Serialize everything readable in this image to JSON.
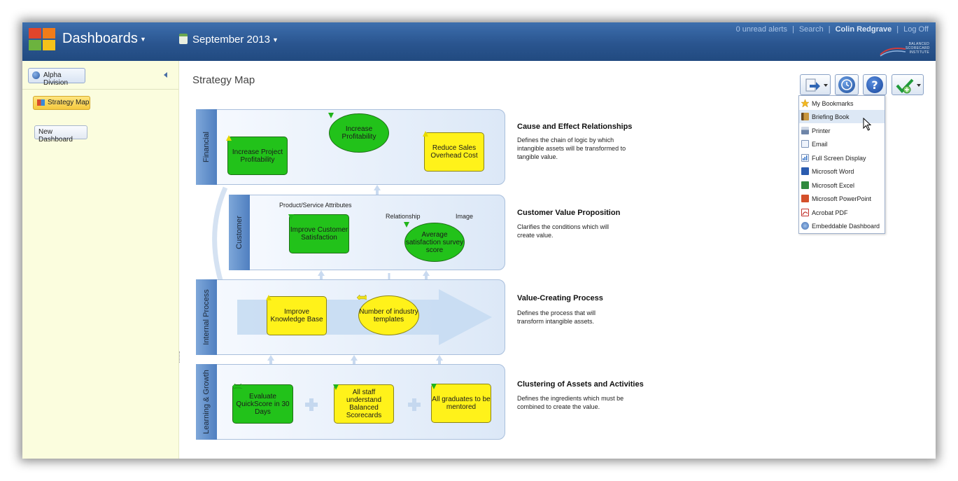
{
  "header": {
    "app_title": "Dashboards",
    "period": "September 2013",
    "alerts_link": "0 unread alerts",
    "search_link": "Search",
    "user_name": "Colin Redgrave",
    "logoff_link": "Log Off",
    "separator": "|",
    "brand_text": "BALANCED SCORECARD INSTITUTE"
  },
  "sidebar": {
    "division_label": "Alpha Division",
    "strategy_map_label": "Strategy Map",
    "new_dashboard_label": "New Dashboard"
  },
  "main": {
    "page_title": "Strategy Map"
  },
  "export_menu": {
    "items": [
      {
        "label": "My Bookmarks",
        "icon": "star-icon"
      },
      {
        "label": "Briefing Book",
        "icon": "book-icon"
      },
      {
        "label": "Printer",
        "icon": "printer-icon"
      },
      {
        "label": "Email",
        "icon": "email-icon"
      },
      {
        "label": "Full Screen Display",
        "icon": "fullscreen-icon"
      },
      {
        "label": "Microsoft Word",
        "icon": "word-icon"
      },
      {
        "label": "Microsoft Excel",
        "icon": "excel-icon"
      },
      {
        "label": "Microsoft PowerPoint",
        "icon": "powerpoint-icon"
      },
      {
        "label": "Acrobat PDF",
        "icon": "pdf-icon"
      },
      {
        "label": "Embeddable Dashboard",
        "icon": "embed-icon"
      }
    ],
    "highlighted": "Briefing Book"
  },
  "lanes": {
    "financial": "Financial",
    "customer": "Customer",
    "internal": "Internal Process",
    "learning": "Learning & Growth"
  },
  "objectives": {
    "increase_project_profitability": "Increase Project Profitability",
    "increase_profitability": "Increase Profitability",
    "reduce_sales_overhead": "Reduce Sales Overhead Cost",
    "improve_customer_satisfaction": "Improve Customer Satisfaction",
    "average_satisfaction": "Average satisfaction survey score",
    "improve_knowledge_base": "Improve Knowledge Base",
    "number_of_templates": "Number of industry templates",
    "evaluate_quickscore": "Evaluate QuickScore in 30 Days",
    "all_staff": "All staff understand Balanced Scorecards",
    "all_graduates": "All graduates to be mentored"
  },
  "customer_categories": {
    "product_service": "Product/Service Attributes",
    "relationship": "Relationship",
    "image": "Image"
  },
  "descriptions": [
    {
      "heading": "Cause and Effect Relationships",
      "body": "Defines the chain of logic by which intangible assets will be transformed to tangible value."
    },
    {
      "heading": "Customer Value Proposition",
      "body": "Clarifies the conditions which will create value."
    },
    {
      "heading": "Value-Creating Process",
      "body": "Defines the process that will transform intangible assets."
    },
    {
      "heading": "Clustering of Assets and Activities",
      "body": "Defines the ingredients which must be combined to create the value."
    }
  ],
  "colors": {
    "status_green": "#22c21a",
    "status_yellow": "#fff21a",
    "header_blue": "#2a558f",
    "sidebar_bg": "#fbfdde"
  }
}
